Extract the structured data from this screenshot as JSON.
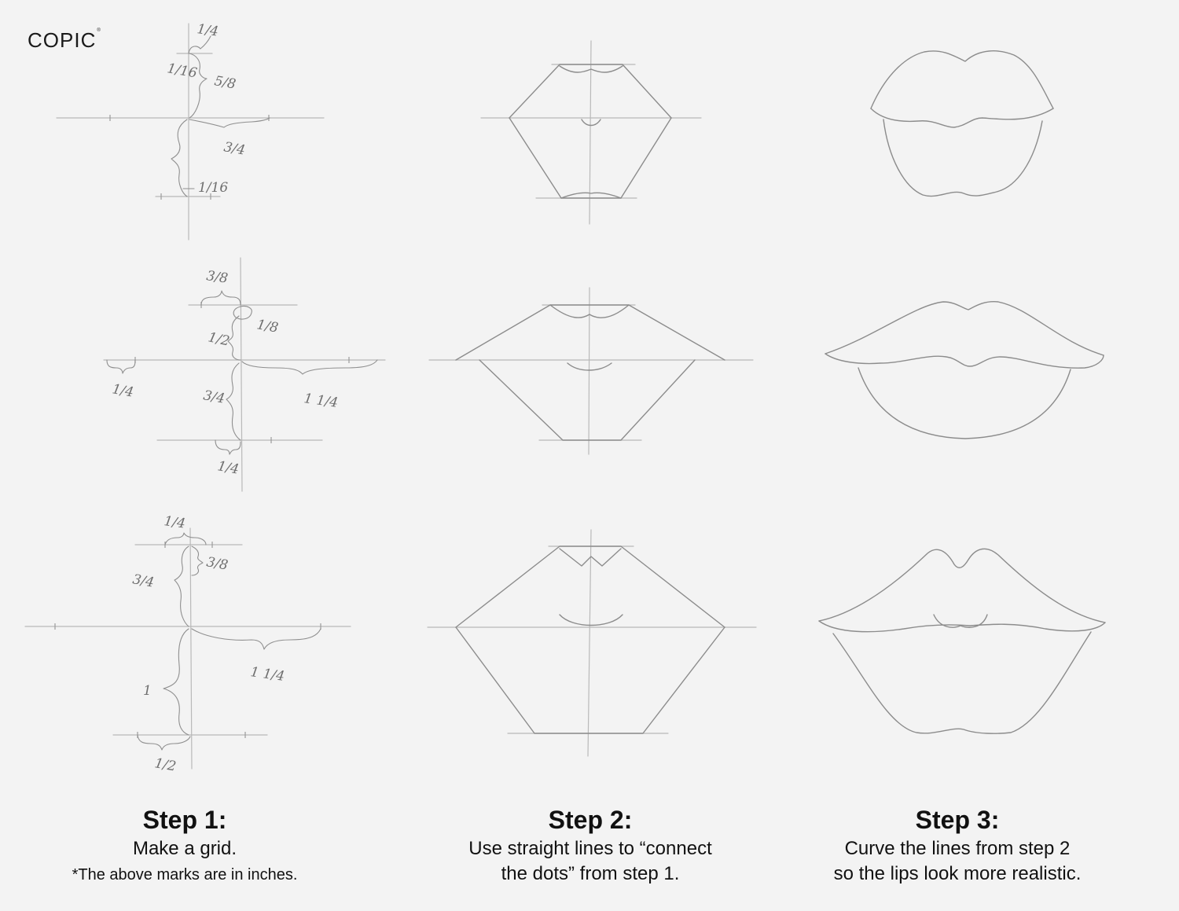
{
  "logo": {
    "text": "COPIC",
    "mark": "®"
  },
  "measurements": {
    "r1": [
      "1/4",
      "1/16",
      "5/8",
      "3/4",
      "1/16"
    ],
    "r2": [
      "3/8",
      "1/8",
      "1/2",
      "1/4",
      "3/4",
      "1 1/4",
      "1/4"
    ],
    "r3": [
      "1/4",
      "3/8",
      "3/4",
      "1 1/4",
      "1",
      "1/2"
    ]
  },
  "steps": [
    {
      "title": "Step 1:",
      "line1": "Make a grid.",
      "note": "*The above marks are in inches."
    },
    {
      "title": "Step 2:",
      "line1": "Use straight lines to “connect",
      "line2": "the dots” from step 1."
    },
    {
      "title": "Step 3:",
      "line1": "Curve the lines from step 2",
      "line2": "so the lips look more realistic."
    }
  ]
}
